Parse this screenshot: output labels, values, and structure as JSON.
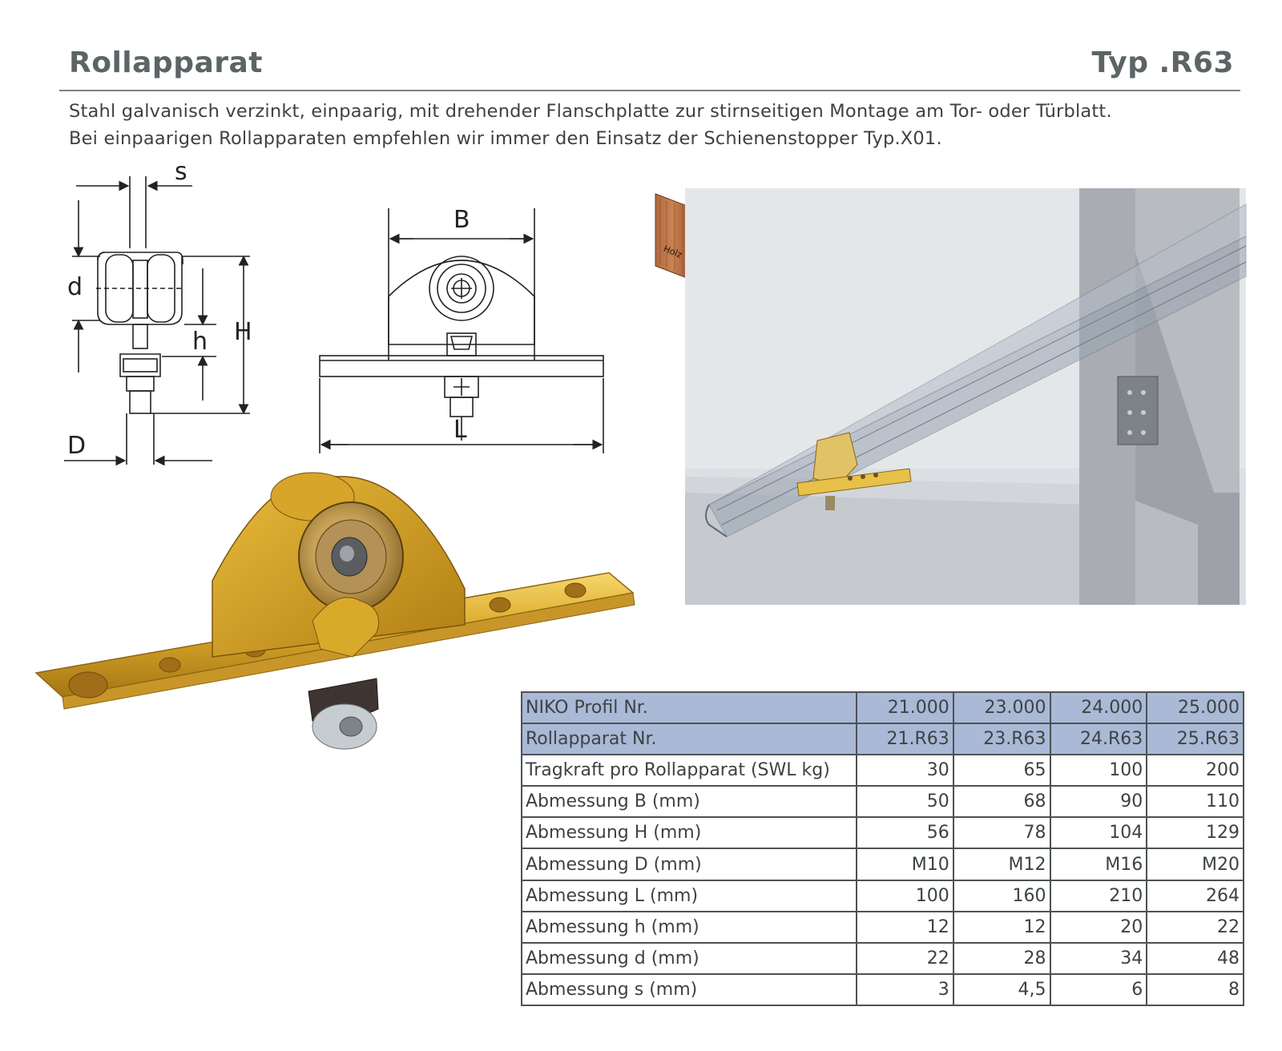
{
  "header": {
    "title": "Rollapparat",
    "type_label": "Typ .R63"
  },
  "description": [
    "Stahl galvanisch verzinkt, einpaarig, mit drehender  Flanschplatte zur stirnseitigen Montage am Tor- oder Türblatt.",
    "Bei einpaarigen Rollapparaten empfehlen wir immer den Einsatz der Schienenstopper Typ.X01."
  ],
  "drawing_labels": {
    "s": "s",
    "d": "d",
    "h": "h",
    "H": "H",
    "D": "D",
    "B": "B",
    "L": "L"
  },
  "material_badge": {
    "label": "Holz",
    "wood_color": "#b06a40"
  },
  "colors": {
    "table_header_bg": "#a9b9d6",
    "brass": "#d9a92a",
    "title": "#5c6466"
  },
  "table": {
    "rows": [
      {
        "label": "NIKO Profil Nr.",
        "values": [
          "21.000",
          "23.000",
          "24.000",
          "25.000"
        ],
        "header": true
      },
      {
        "label": "Rollapparat Nr.",
        "values": [
          "21.R63",
          "23.R63",
          "24.R63",
          "25.R63"
        ],
        "header": true
      },
      {
        "label": "Tragkraft pro Rollapparat (SWL kg)",
        "values": [
          "30",
          "65",
          "100",
          "200"
        ]
      },
      {
        "label": "Abmessung B (mm)",
        "values": [
          "50",
          "68",
          "90",
          "110"
        ]
      },
      {
        "label": "Abmessung H (mm)",
        "values": [
          "56",
          "78",
          "104",
          "129"
        ]
      },
      {
        "label": "Abmessung D (mm)",
        "values": [
          "M10",
          "M12",
          "M16",
          "M20"
        ]
      },
      {
        "label": "Abmessung L (mm)",
        "values": [
          "100",
          "160",
          "210",
          "264"
        ]
      },
      {
        "label": "Abmessung h (mm)",
        "values": [
          "12",
          "12",
          "20",
          "22"
        ]
      },
      {
        "label": "Abmessung d (mm)",
        "values": [
          "22",
          "28",
          "34",
          "48"
        ]
      },
      {
        "label": "Abmessung s (mm)",
        "values": [
          "3",
          "4,5",
          "6",
          "8"
        ]
      }
    ]
  }
}
